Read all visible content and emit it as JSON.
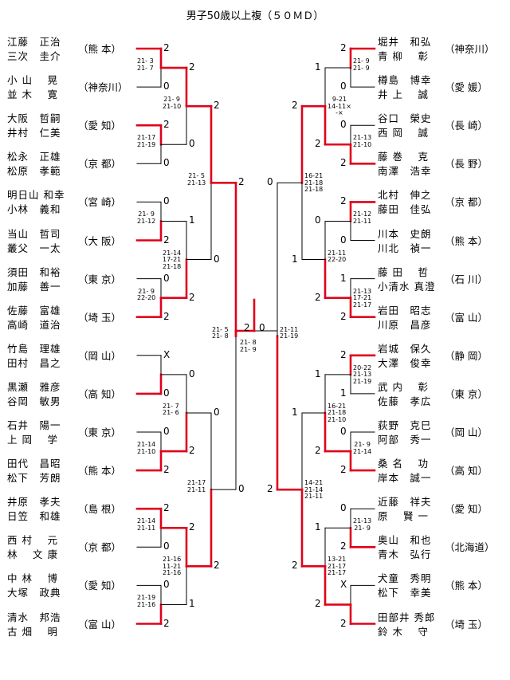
{
  "title": "男子50歳以上複（５０ＭＤ）",
  "colors": {
    "winner_line": "#e0001a",
    "line": "#000000"
  },
  "left_pairs": [
    {
      "p1": "江藤　正治",
      "p2": "三次　圭介",
      "pref": "（熊 本）"
    },
    {
      "p1": "小 山　 晃",
      "p2": "並 木　 寛",
      "pref": "（神奈川）"
    },
    {
      "p1": "大阪　哲嗣",
      "p2": "井村　仁美",
      "pref": "（愛 知）"
    },
    {
      "p1": "松永　正雄",
      "p2": "松原　孝範",
      "pref": "（京 都）"
    },
    {
      "p1": "明日山 和幸",
      "p2": "小林　義和",
      "pref": "（宮 崎）"
    },
    {
      "p1": "当山　哲司",
      "p2": "叢父　一太",
      "pref": "（大 阪）"
    },
    {
      "p1": "須田　和裕",
      "p2": "加藤　善一",
      "pref": "（東 京）"
    },
    {
      "p1": "佐藤　富雄",
      "p2": "高崎　道治",
      "pref": "（埼 玉）"
    },
    {
      "p1": "竹島　理雄",
      "p2": "田村　昌之",
      "pref": "（岡 山）"
    },
    {
      "p1": "黒瀬　雅彦",
      "p2": "谷岡　敏男",
      "pref": "（高 知）"
    },
    {
      "p1": "石井　陽一",
      "p2": "上 岡　 学",
      "pref": "（東 京）"
    },
    {
      "p1": "田代　昌昭",
      "p2": "松下　芳朗",
      "pref": "（熊 本）"
    },
    {
      "p1": "井原　孝夫",
      "p2": "日笠　和雄",
      "pref": "（島 根）"
    },
    {
      "p1": "西 村　 元",
      "p2": "林　 文 康",
      "pref": "（京 都）"
    },
    {
      "p1": "中 林　 博",
      "p2": "大塚　政典",
      "pref": "（愛 知）"
    },
    {
      "p1": "清水　邦浩",
      "p2": "古 畑　 明",
      "pref": "（富 山）"
    }
  ],
  "right_pairs": [
    {
      "p1": "堀井　和弘",
      "p2": "青 柳　 彰",
      "pref": "（神奈川）"
    },
    {
      "p1": "樽島　博幸",
      "p2": "井 上　 誠",
      "pref": "（愛 媛）"
    },
    {
      "p1": "谷口　榮史",
      "p2": "西 岡　 誠",
      "pref": "（長 崎）"
    },
    {
      "p1": "藤 巻　 克",
      "p2": "南澤　浩幸",
      "pref": "（長 野）"
    },
    {
      "p1": "北村　伸之",
      "p2": "藤田　佳弘",
      "pref": "（京 都）"
    },
    {
      "p1": "川本　史朗",
      "p2": "川北　禎一",
      "pref": "（熊 本）"
    },
    {
      "p1": "藤 田　 哲",
      "p2": "小清水 真澄",
      "pref": "（石 川）"
    },
    {
      "p1": "岩田　昭志",
      "p2": "川原　昌彦",
      "pref": "（富 山）"
    },
    {
      "p1": "岩城　保久",
      "p2": "大澤　俊幸",
      "pref": "（静 岡）"
    },
    {
      "p1": "武 内　 彰",
      "p2": "佐藤　孝広",
      "pref": "（東 京）"
    },
    {
      "p1": "荻野　克巳",
      "p2": "阿部　秀一",
      "pref": "（岡 山）"
    },
    {
      "p1": "桑 名　 功",
      "p2": "岸本　誠一",
      "pref": "（高 知）"
    },
    {
      "p1": "近藤　祥夫",
      "p2": "原　 賢 一",
      "pref": "（愛 知）"
    },
    {
      "p1": "奥山　和也",
      "p2": "青木　弘行",
      "pref": "（北海道）"
    },
    {
      "p1": "犬童　秀明",
      "p2": "松下　幸美",
      "pref": "（熊 本）"
    },
    {
      "p1": "田部井 秀郎",
      "p2": "鈴 木　 守",
      "pref": "（埼 玉）"
    }
  ],
  "left_r1": [
    {
      "top": "2",
      "bot": "0",
      "sets": "21- 3\n21- 7"
    },
    {
      "top": "2",
      "bot": "0",
      "sets": "21-17\n21-19"
    },
    {
      "top": "0",
      "bot": "2",
      "sets": "21- 9\n21-12"
    },
    {
      "top": "0",
      "bot": "2",
      "sets": "21- 9\n22-20"
    },
    {
      "top": "X",
      "bot": "0",
      "sets": ""
    },
    {
      "top": "0",
      "bot": "2",
      "sets": "21-14\n21-10"
    },
    {
      "top": "2",
      "bot": "0",
      "sets": "21-14\n21-11"
    },
    {
      "top": "0",
      "bot": "2",
      "sets": "21-19\n21-16"
    }
  ],
  "left_r2": [
    {
      "top": "2",
      "bot": "0",
      "sets": "21- 9\n21-10"
    },
    {
      "top": "1",
      "bot": "2",
      "sets": "21-14\n17-21\n21-18"
    },
    {
      "top": "0",
      "bot": "2",
      "sets": "21- 7\n21- 6"
    },
    {
      "top": "2",
      "bot": "1",
      "sets": "21-16\n11-21\n21-16"
    }
  ],
  "left_r3": [
    {
      "top": "2",
      "bot": "0",
      "sets": "21- 5\n21-13"
    },
    {
      "top": "0",
      "bot": "2",
      "sets": "21-17\n21-11"
    }
  ],
  "left_sf": {
    "top": "2",
    "bot": "0",
    "sets": "21- 5\n21- 8"
  },
  "final": {
    "left": "2",
    "right": "0",
    "sets": "21- 8\n21- 9"
  },
  "right_sf": {
    "top": "0",
    "bot": "2",
    "sets": "21-11\n21-19"
  },
  "right_r3": [
    {
      "top": "2",
      "bot": "1",
      "sets": "16-21\n21-18\n21-18"
    },
    {
      "top": "1",
      "bot": "2",
      "sets": "14-21\n21-14\n21-11"
    }
  ],
  "right_r2": [
    {
      "top": "1",
      "bot": "2",
      "sets": "9-21\n14-11×\n-×"
    },
    {
      "top": "0",
      "bot": "2",
      "sets": "21-11\n22-20"
    },
    {
      "top": "1",
      "bot": "2",
      "sets": "16-21\n21-18\n21-10"
    },
    {
      "top": "1",
      "bot": "2",
      "sets": "13-21\n21-17\n21-17"
    }
  ],
  "right_r1": [
    {
      "top": "2",
      "bot": "0",
      "sets": "21- 9\n21- 9"
    },
    {
      "top": "0",
      "bot": "2",
      "sets": "21-13\n21-10"
    },
    {
      "top": "2",
      "bot": "0",
      "sets": "21-12\n21-11"
    },
    {
      "top": "1",
      "bot": "2",
      "sets": "21-13\n17-21\n21-17"
    },
    {
      "top": "2",
      "bot": "1",
      "sets": "20-22\n21-13\n21-19"
    },
    {
      "top": "0",
      "bot": "2",
      "sets": "21- 9\n21-14"
    },
    {
      "top": "0",
      "bot": "2",
      "sets": "21-13\n21- 9"
    },
    {
      "top": "X",
      "bot": "2",
      "sets": ""
    }
  ]
}
